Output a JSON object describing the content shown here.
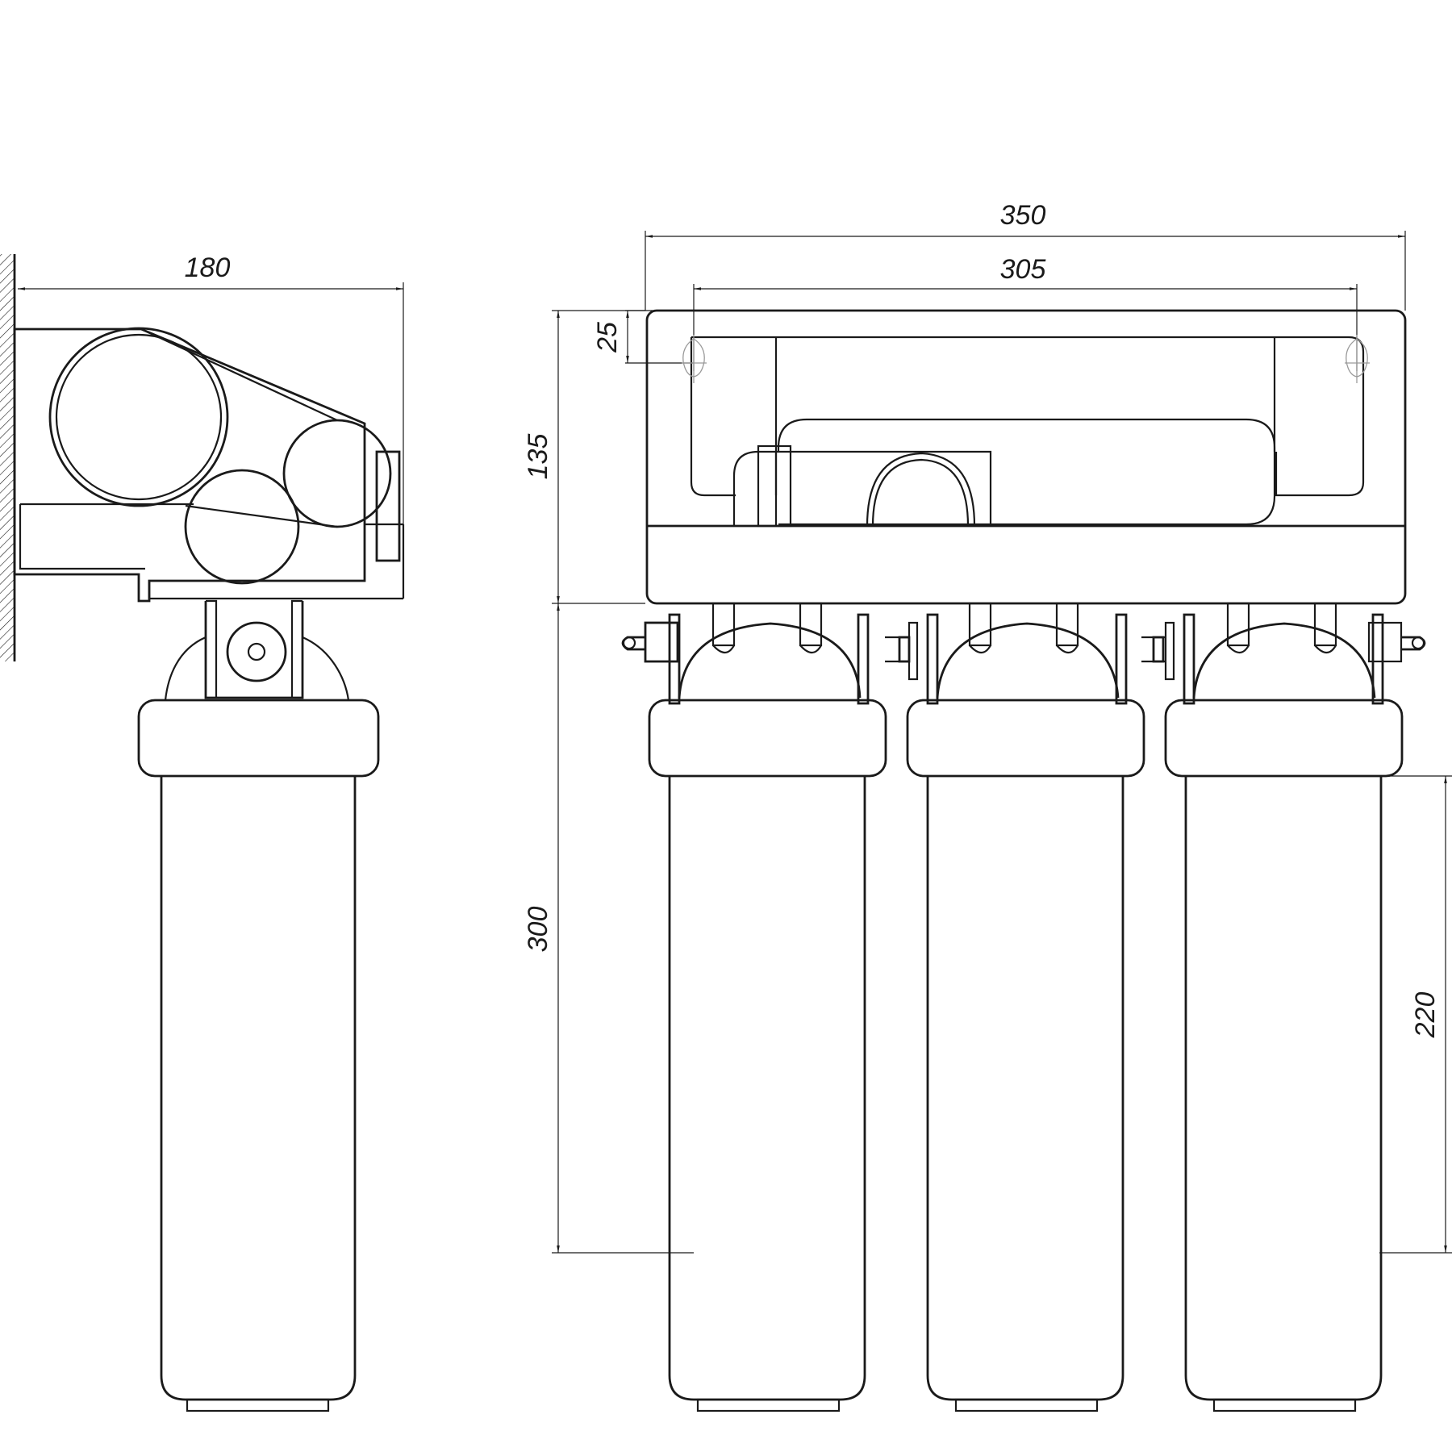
{
  "dimensions": {
    "side_depth": "180",
    "total_width": "350",
    "mount_hole_spacing": "305",
    "hole_offset": "25",
    "bracket_height": "135",
    "total_height": "300",
    "housing_height": "220"
  }
}
